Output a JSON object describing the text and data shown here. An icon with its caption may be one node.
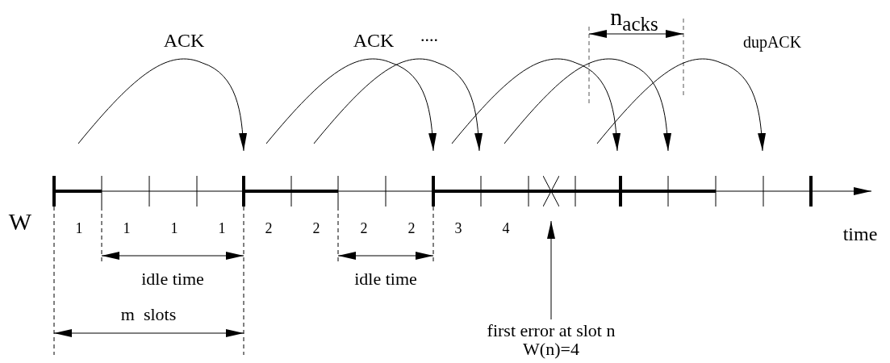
{
  "diagram": {
    "nodes": [
      {
        "text": [
          "first error at slot n",
          "W(n)=4"
        ]
      },
      {
        "text": [],
        "shape": "cross"
      }
    ],
    "edges": [
      {
        "from": 0,
        "to": 1,
        "arrow": "to"
      }
    ],
    "labels": [
      "n$_{acks}$",
      "ACK",
      "ACK",
      "....",
      "dupACK",
      "W",
      "1",
      "1",
      "1",
      "1",
      "2",
      "2",
      "2",
      "2",
      "3",
      "4",
      "time",
      "idle time",
      "idle time",
      "m  slots"
    ]
  }
}
